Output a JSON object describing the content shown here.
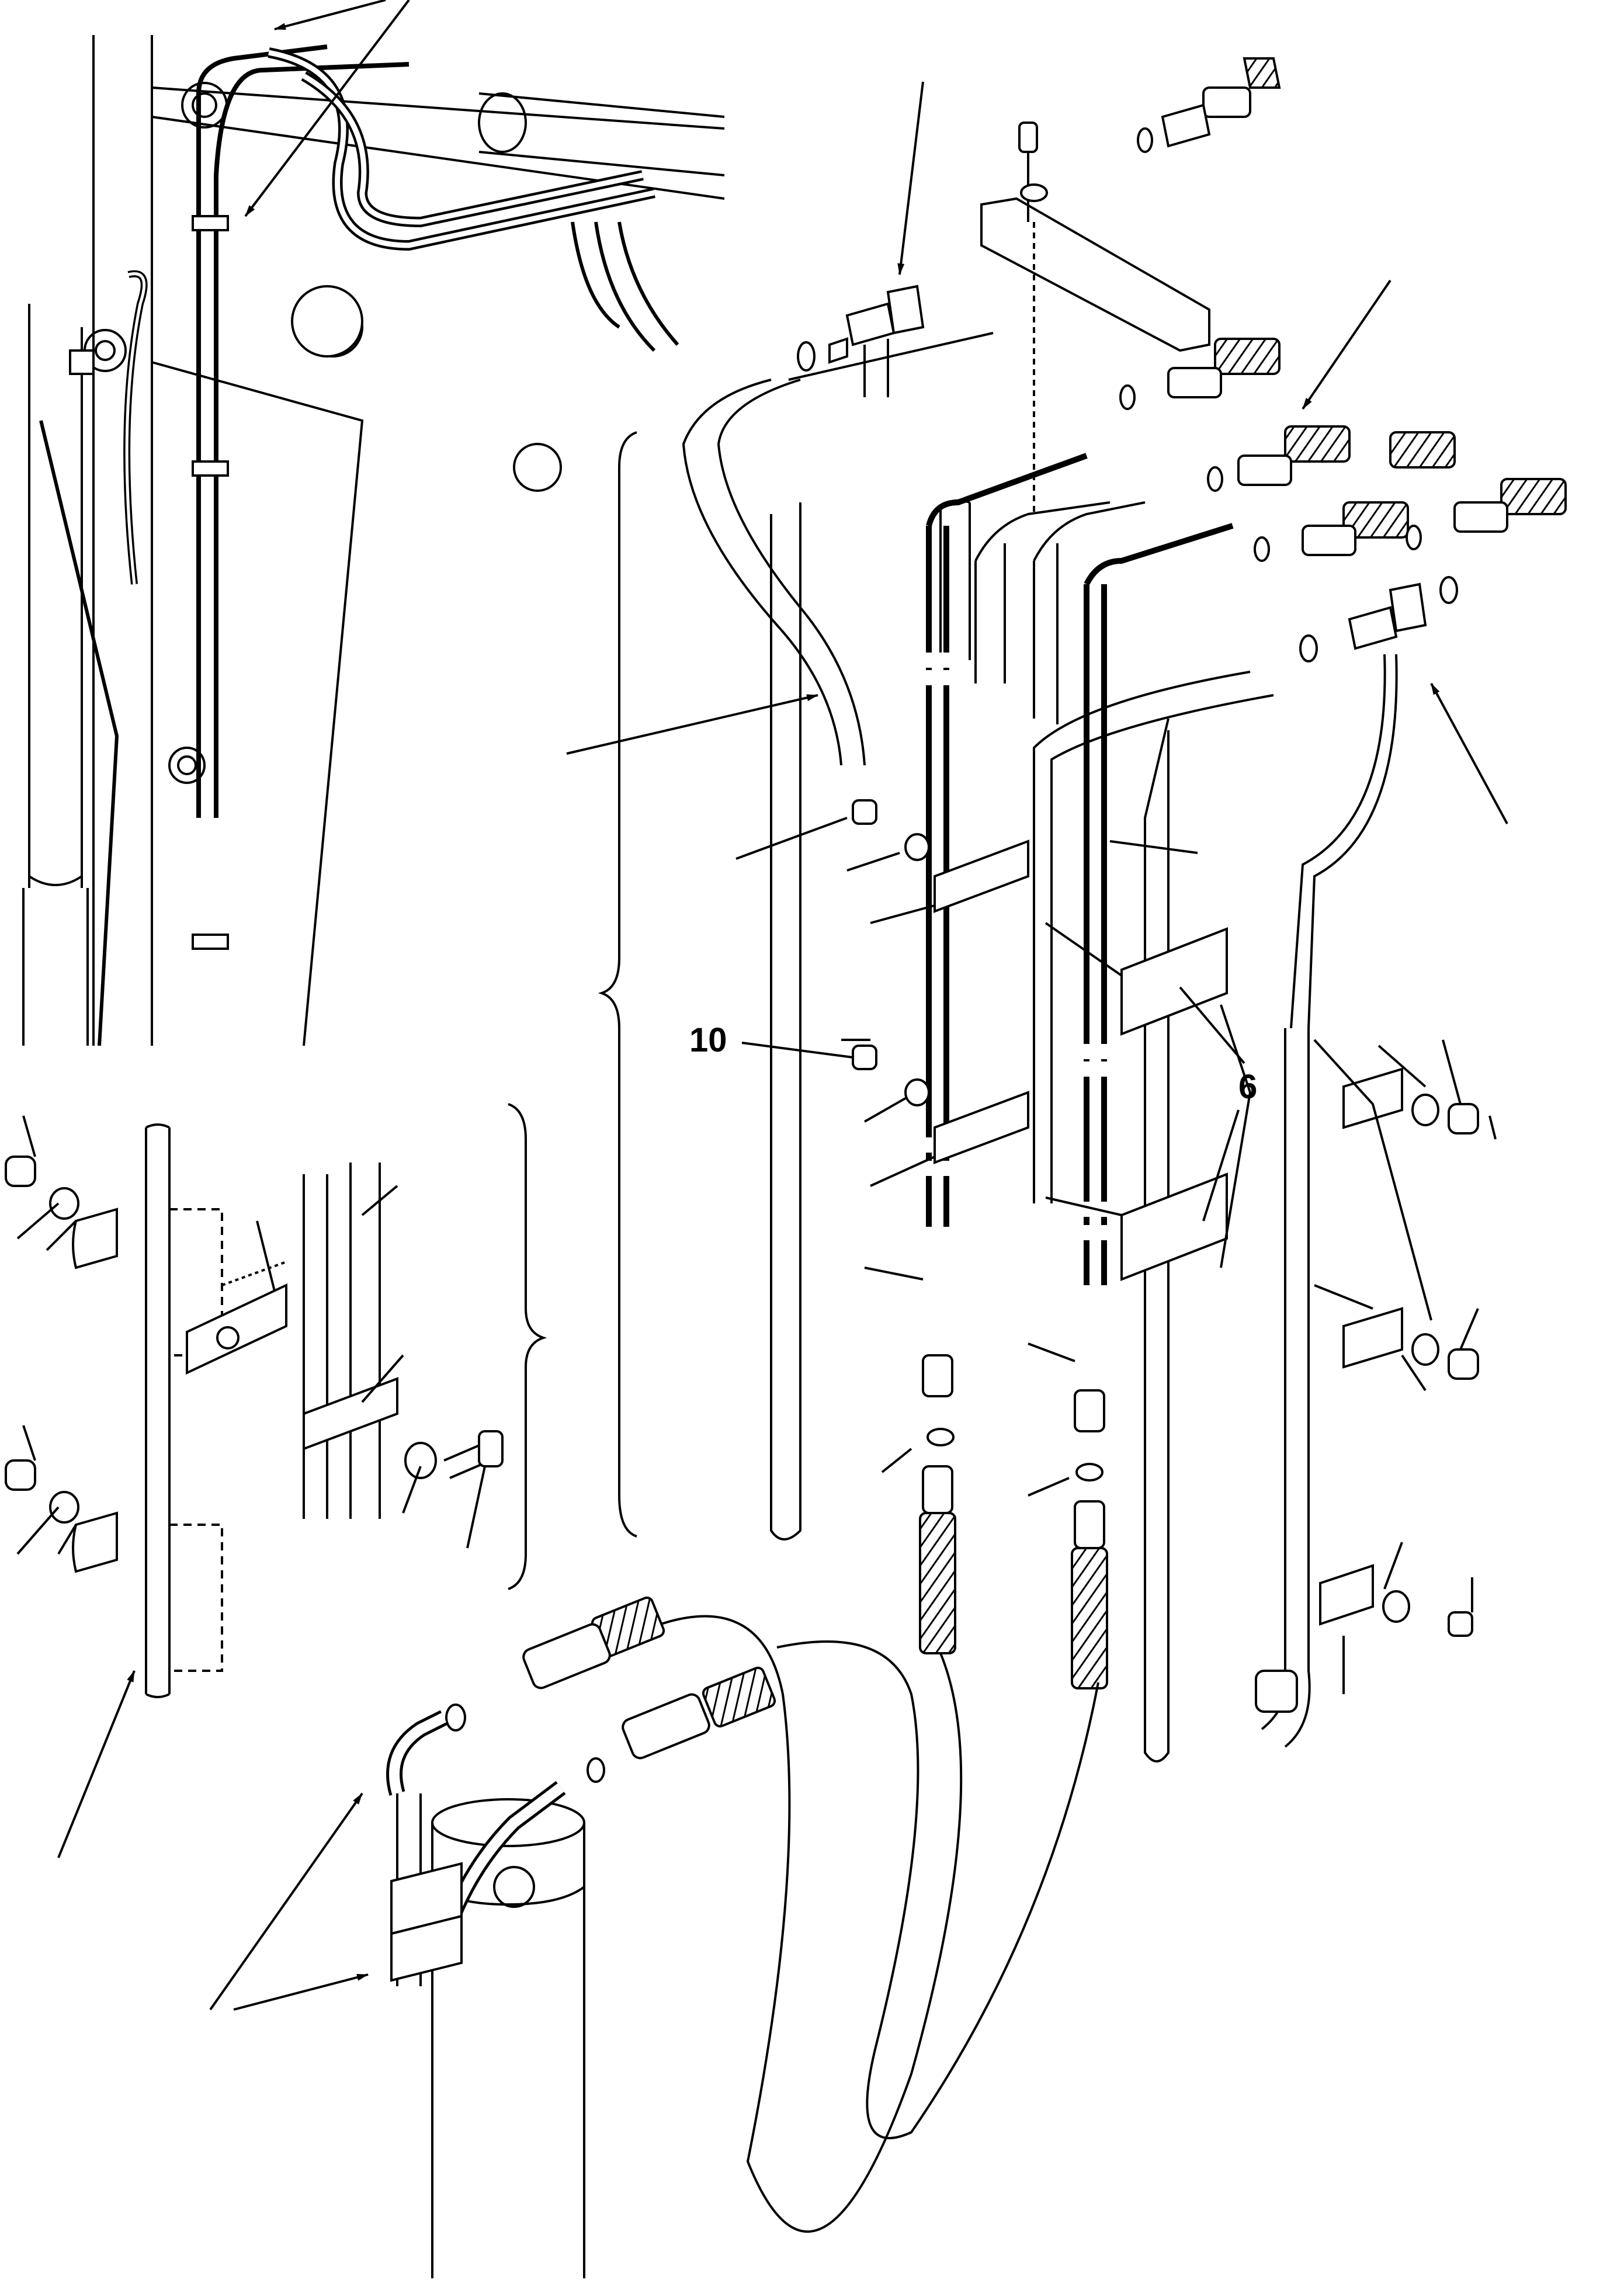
{
  "figure": {
    "type": "exploded-parts-diagram",
    "background": "#ffffff",
    "line_color": "#000000",
    "callouts": [
      {
        "id": "callout-10",
        "label": "10"
      },
      {
        "id": "callout-6",
        "label": "6"
      }
    ]
  }
}
